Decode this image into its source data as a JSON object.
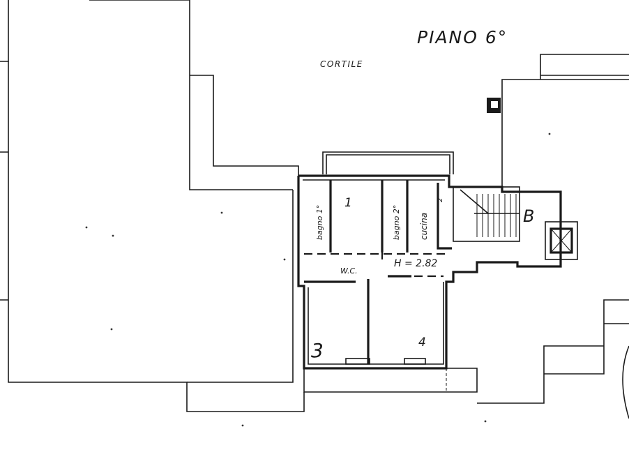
{
  "floor_label": "PIANO 6°",
  "courtyard_label": "CORTILE",
  "stair_label": "B",
  "height_label": "H = 2.82",
  "wc_label": "W.C.",
  "rooms": {
    "bagno_1": "bagno 1°",
    "room_1": "1",
    "bagno_2": "bagno 2°",
    "cucina": "cucina",
    "room_2": "2",
    "room_3": "3",
    "room_4": "4"
  }
}
